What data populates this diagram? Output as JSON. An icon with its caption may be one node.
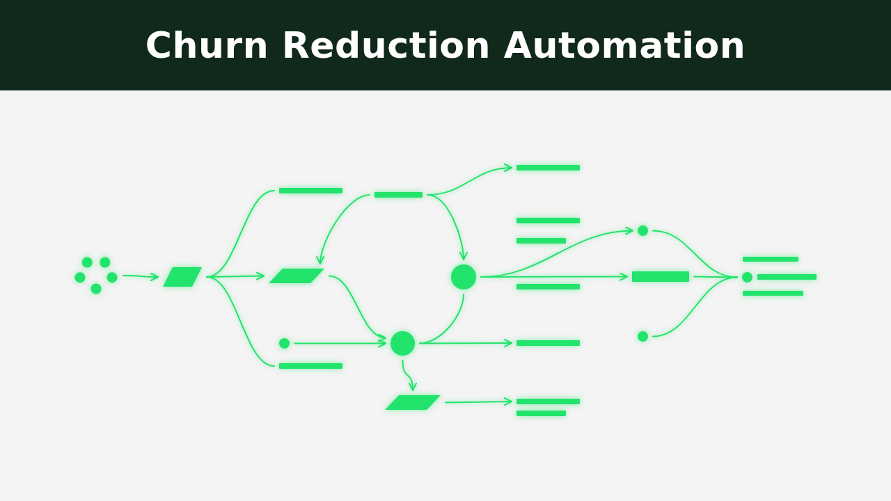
{
  "diagram": {
    "title": "Churn Reduction Automation",
    "nodes": [
      {
        "text": [],
        "shape": "dots"
      },
      {
        "text": [],
        "shape": "parallelogram"
      },
      {
        "text": [],
        "shape": "bar"
      },
      {
        "text": [],
        "shape": "parallelogram"
      },
      {
        "text": [],
        "shape": "circle"
      },
      {
        "text": [],
        "shape": "bar"
      },
      {
        "text": [],
        "shape": "bar"
      },
      {
        "text": [],
        "shape": "circle"
      },
      {
        "text": [],
        "shape": "parallelogram"
      },
      {
        "text": [],
        "shape": "circle"
      },
      {
        "text": [],
        "shape": "bar"
      },
      {
        "text": [],
        "shape": "bar"
      },
      {
        "text": [],
        "shape": "bar"
      },
      {
        "text": [],
        "shape": "bar"
      },
      {
        "text": [],
        "shape": "bar"
      },
      {
        "text": [],
        "shape": "bar"
      },
      {
        "text": [],
        "shape": "bar"
      },
      {
        "text": [],
        "shape": "circle"
      },
      {
        "text": [],
        "shape": "bar"
      },
      {
        "text": [],
        "shape": "circle"
      },
      {
        "text": [],
        "shape": "circle"
      },
      {
        "text": [],
        "shape": "bar"
      },
      {
        "text": [],
        "shape": "bar"
      },
      {
        "text": [],
        "shape": "bar"
      }
    ],
    "edges": [
      {
        "from": 0,
        "to": 1,
        "arrow": "to"
      },
      {
        "from": 1,
        "to": 2,
        "arrow": "none"
      },
      {
        "from": 1,
        "to": 3,
        "arrow": "to"
      },
      {
        "from": 1,
        "to": 5,
        "arrow": "none"
      },
      {
        "from": 6,
        "to": 3,
        "arrow": "to"
      },
      {
        "from": 6,
        "to": 10,
        "arrow": "to"
      },
      {
        "from": 6,
        "to": 9,
        "arrow": "to"
      },
      {
        "from": 3,
        "to": 7,
        "arrow": "to"
      },
      {
        "from": 4,
        "to": 7,
        "arrow": "to"
      },
      {
        "from": 7,
        "to": 9,
        "arrow": "none"
      },
      {
        "from": 7,
        "to": 14,
        "arrow": "to"
      },
      {
        "from": 7,
        "to": 8,
        "arrow": "to"
      },
      {
        "from": 8,
        "to": 15,
        "arrow": "to"
      },
      {
        "from": 9,
        "to": 17,
        "arrow": "to"
      },
      {
        "from": 9,
        "to": 18,
        "arrow": "to"
      },
      {
        "from": 17,
        "to": 20,
        "arrow": "none"
      },
      {
        "from": 18,
        "to": 20,
        "arrow": "none"
      },
      {
        "from": 19,
        "to": 20,
        "arrow": "none"
      }
    ]
  }
}
